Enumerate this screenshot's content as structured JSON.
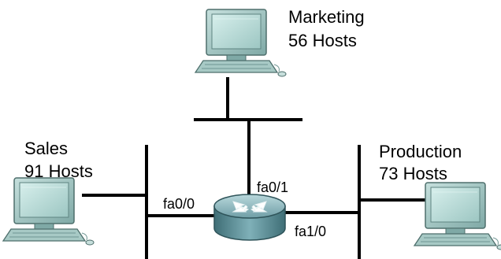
{
  "diagram": {
    "nodes": {
      "marketing": {
        "name": "Marketing",
        "hosts": "56 Hosts",
        "icon": "pc-icon"
      },
      "sales": {
        "name": "Sales",
        "hosts": "91 Hosts",
        "icon": "pc-icon"
      },
      "production": {
        "name": "Production",
        "hosts": "73 Hosts",
        "icon": "pc-icon"
      },
      "router": {
        "icon": "router-icon"
      }
    },
    "interfaces": {
      "sales_link": "fa0/0",
      "marketing_link": "fa0/1",
      "production_link": "fa1/0"
    },
    "colors": {
      "monitor": "#8fb8b4",
      "screen": "#b8dcd8",
      "router_body": "#5f8f96",
      "router_top": "#9ec3c9",
      "wire": "#000000"
    }
  }
}
